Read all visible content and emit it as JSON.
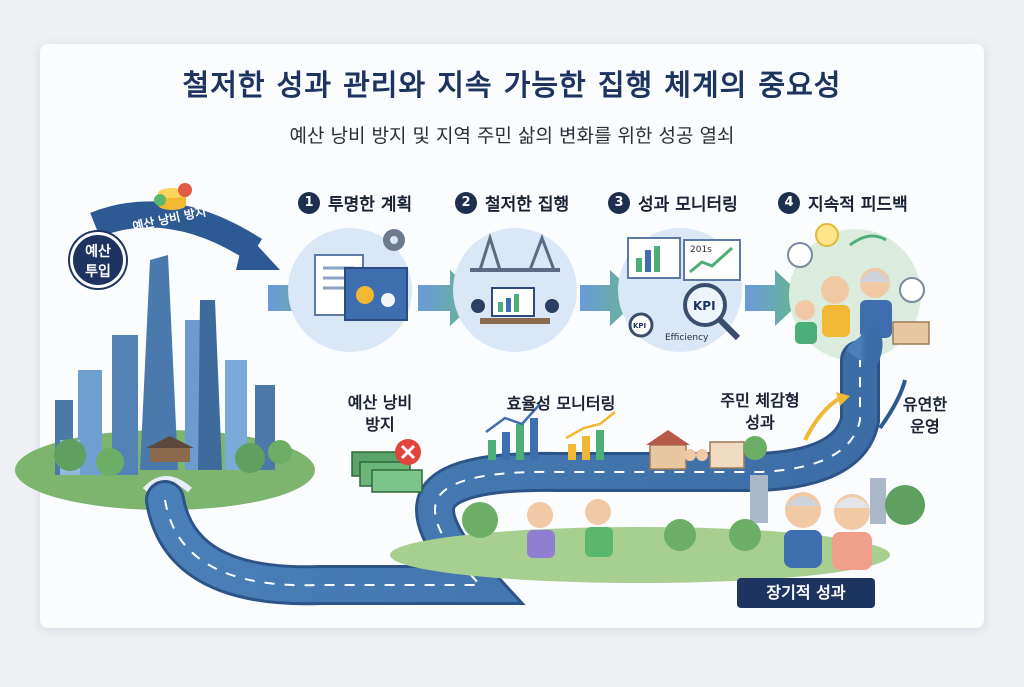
{
  "title": "철저한 성과 관리와 지속 가능한 집행 체계의 중요성",
  "subtitle": "예산 낭비 방지 및 지역 주민 삶의 변화를 위한 성공 열쇠",
  "input_badge": {
    "line1": "예산",
    "line2": "투입"
  },
  "arrow_banner": "예산 낭비 방지",
  "steps": [
    {
      "num": "1",
      "label": "투명한 계획"
    },
    {
      "num": "2",
      "label": "철저한 집행"
    },
    {
      "num": "3",
      "label": "성과 모니터링"
    },
    {
      "num": "4",
      "label": "지속적 피드백"
    }
  ],
  "monitor_icons": {
    "year": "201s",
    "kpi_large": "KPI",
    "kpi_small": "KPI",
    "efficiency": "Efficiency"
  },
  "road_labels": {
    "waste": {
      "line1": "예산 낭비",
      "line2": "방지"
    },
    "efficiency": "효율성 모니터링",
    "resident": {
      "line1": "주민 체감형",
      "line2": "성과"
    },
    "flexible": {
      "line1": "유연한",
      "line2": "운영"
    },
    "long_term": "장기적 성과"
  },
  "colors": {
    "navy": "#1d3461",
    "arrow_green": "#4caf7a",
    "road": "#4f7fb0",
    "warn": "#e0443c"
  }
}
